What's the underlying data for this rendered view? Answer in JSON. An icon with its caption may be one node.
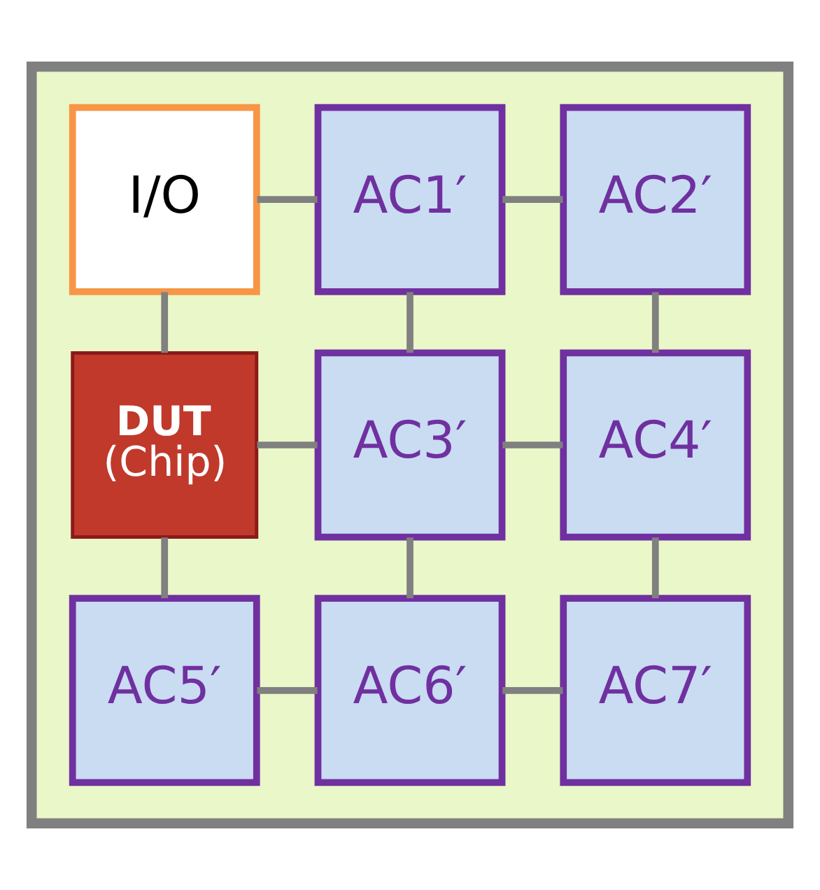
{
  "diagram": {
    "nodes": [
      {
        "text": [],
        "shape": "box"
      },
      {
        "text": [
          "I/O"
        ],
        "in": 0
      },
      {
        "text": [
          "AC1′"
        ],
        "in": 0
      },
      {
        "text": [
          "AC2′"
        ],
        "in": 0
      },
      {
        "text": [
          "DUT",
          "(Chip)"
        ],
        "in": 0
      },
      {
        "text": [
          "AC3′"
        ],
        "in": 0
      },
      {
        "text": [
          "AC4′"
        ],
        "in": 0
      },
      {
        "text": [
          "AC5′"
        ],
        "in": 0
      },
      {
        "text": [
          "AC6′"
        ],
        "in": 0
      },
      {
        "text": [
          "AC7′"
        ],
        "in": 0
      }
    ],
    "edges": [
      {
        "from": 1,
        "to": 2,
        "arrow": "none"
      },
      {
        "from": 2,
        "to": 3,
        "arrow": "none"
      },
      {
        "from": 1,
        "to": 4,
        "arrow": "none"
      },
      {
        "from": 2,
        "to": 5,
        "arrow": "none"
      },
      {
        "from": 3,
        "to": 6,
        "arrow": "none"
      },
      {
        "from": 4,
        "to": 5,
        "arrow": "none"
      },
      {
        "from": 5,
        "to": 6,
        "arrow": "none"
      },
      {
        "from": 4,
        "to": 7,
        "arrow": "none"
      },
      {
        "from": 5,
        "to": 8,
        "arrow": "none"
      },
      {
        "from": 6,
        "to": 9,
        "arrow": "none"
      },
      {
        "from": 7,
        "to": 8,
        "arrow": "none"
      },
      {
        "from": 8,
        "to": 9,
        "arrow": "none"
      }
    ]
  }
}
